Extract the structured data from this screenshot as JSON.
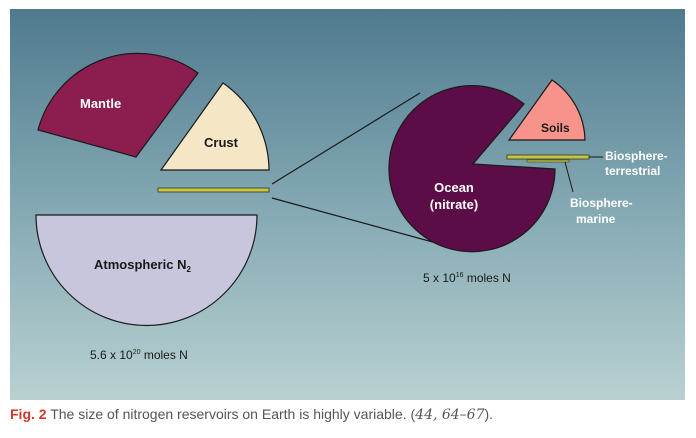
{
  "figure": {
    "labels": {
      "mantle": "Mantle",
      "crust": "Crust",
      "atmospheric_base": "Atmospheric N",
      "atmospheric_sub": "2",
      "ocean_line1": "Ocean",
      "ocean_line2": "(nitrate)",
      "soils": "Soils",
      "bio_terr_line1": "Biosphere-",
      "bio_terr_line2": "terrestrial",
      "bio_marine_line1": "Biosphere-",
      "bio_marine_line2": "marine"
    },
    "totals": {
      "left": {
        "prefix": "5.6 x 10",
        "exp": "20",
        "suffix": " moles N"
      },
      "right": {
        "prefix": "5 x 10",
        "exp": "16",
        "suffix": " moles N"
      }
    },
    "colors": {
      "mantle": "#8b1e4e",
      "crust": "#f5e6c6",
      "atmosphere": "#c8c6dc",
      "ocean": "#5c0c46",
      "soils": "#f7938a",
      "biosphere_bar": "#c8c63a"
    }
  },
  "caption": {
    "fig_label": "Fig. 2",
    "text": " The size of nitrogen reservoirs on Earth is highly variable. (",
    "refs": "44, 64–67",
    "end": ")."
  }
}
